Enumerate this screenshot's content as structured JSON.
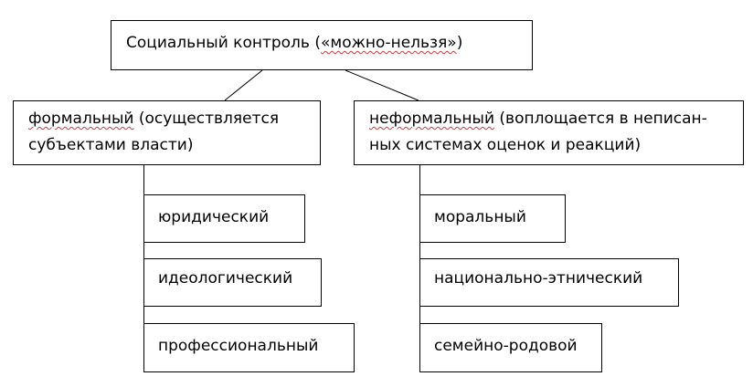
{
  "root": {
    "prefix": "Социальный контроль (",
    "marked": "«можно-нельзя»",
    "suffix": ")"
  },
  "formal": {
    "marked": "формальный",
    "rest1": " (осуществляется",
    "line2": "субъектами власти)",
    "items": [
      "юридический",
      "идеологический",
      "профессиональный"
    ]
  },
  "informal": {
    "marked": "неформальный",
    "rest1": " (воплощается в неписан-",
    "line2": "ных системах оценок и реакций)",
    "items": [
      "моральный",
      "национально-этнический",
      "семейно-родовой"
    ]
  }
}
